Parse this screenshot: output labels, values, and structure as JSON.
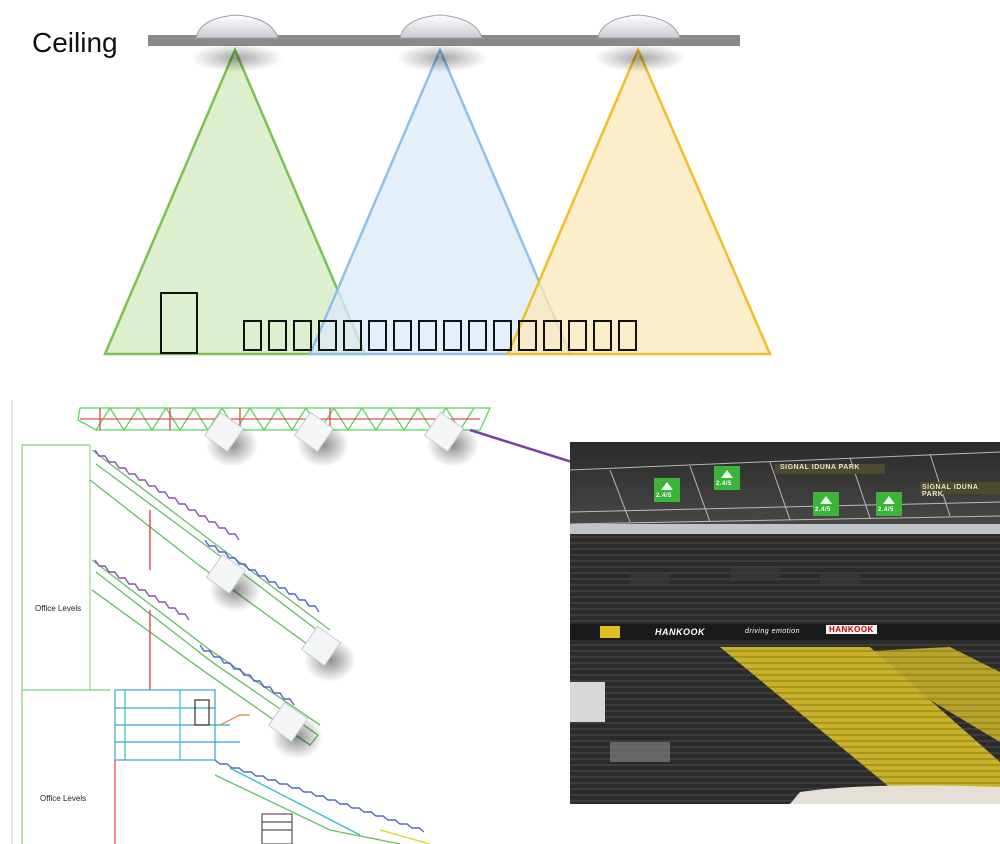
{
  "ceiling": {
    "label": "Ceiling"
  },
  "coverage_zones": [
    {
      "color": "#7CC250",
      "fill": "#D9EDC9"
    },
    {
      "color": "#8FBFEA",
      "fill": "#DCEAF9"
    },
    {
      "color": "#F2BE27",
      "fill": "#FBE8B9"
    }
  ],
  "missing_text_glyphs": "□ □□□□□□□□□□□□□□□□",
  "section_drawing": {
    "office_label_upper": "Office Levels",
    "office_label_lower": "Office Levels"
  },
  "stadium": {
    "banners": [
      "HANKOOK",
      "driving emotion",
      "HANKOOK",
      "SIGNAL IDUNA PARK",
      "SIGNAL IDUNA PARK"
    ],
    "sign_text": "2.4/5"
  },
  "colors": {
    "arrow": "#7A3FA0",
    "ceiling_bar": "#8A8A8A"
  }
}
